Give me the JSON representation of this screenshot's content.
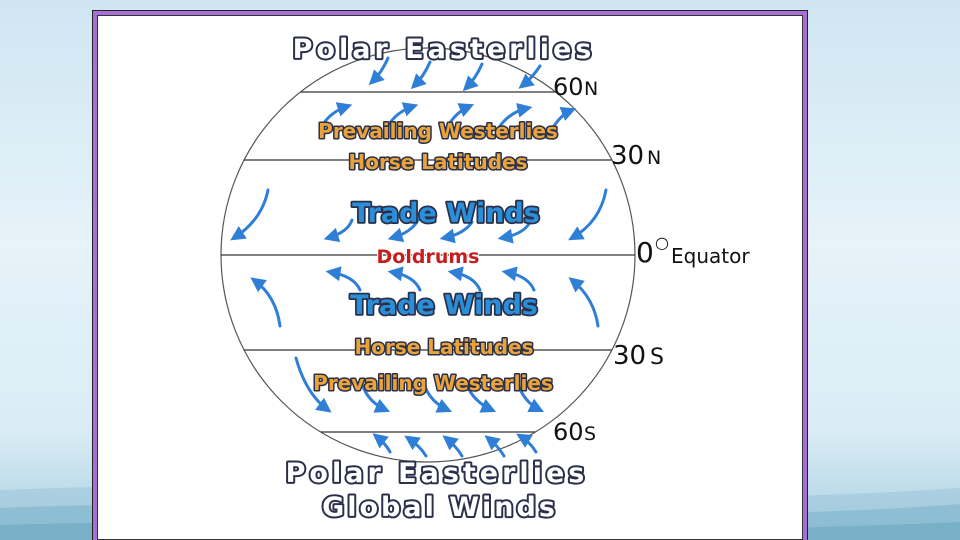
{
  "labels": {
    "polar_easterlies_top": "Polar Easterlies",
    "prevailing_westerlies_top": "Prevailing Westerlies",
    "horse_latitudes_top": "Horse Latitudes",
    "trade_winds_top": "Trade Winds",
    "doldrums": "Doldrums",
    "trade_winds_bottom": "Trade Winds",
    "horse_latitudes_bottom": "Horse Latitudes",
    "prevailing_westerlies_bottom": "Prevailing Westerlies",
    "polar_easterlies_bottom": "Polar Easterlies",
    "title": "Global Winds"
  },
  "latitudes": {
    "lat_60n_num": "60",
    "lat_60n_dir": "N",
    "lat_30n_num": "30",
    "lat_30n_dir": "N",
    "lat_0_num": "0",
    "lat_0_deg": "○",
    "lat_0_name": "Equator",
    "lat_30s_num": "30",
    "lat_30s_dir": "S",
    "lat_60s_num": "60",
    "lat_60s_dir": "S"
  },
  "colors": {
    "frame": "#a66fd6",
    "arrow": "#2f7fd6",
    "trade_text": "#2a8fd8",
    "westerlies_text": "#e8a33a",
    "doldrums_text": "#c41e1e",
    "polar_text": "#ffffff",
    "outline": "#2a2f4a"
  }
}
